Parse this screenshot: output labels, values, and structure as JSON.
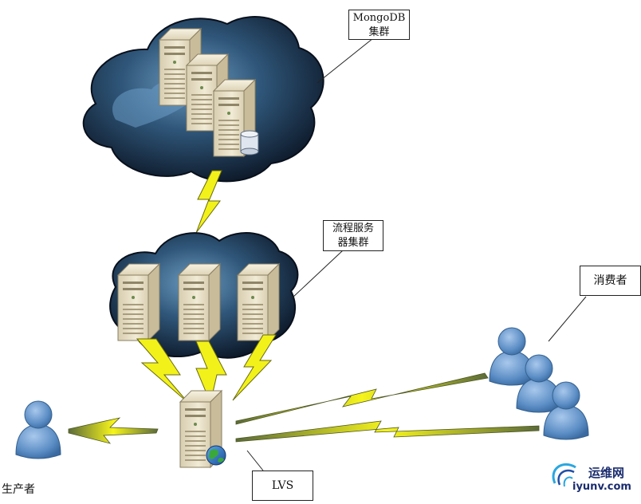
{
  "labels": {
    "mongodb_line1": "MongoDB",
    "mongodb_line2": "集群",
    "flow_line1": "流程服务",
    "flow_line2": "器集群",
    "consumer": "消费者",
    "lvs": "LVS",
    "producer": "生产者"
  },
  "watermark": {
    "cn": "运维网",
    "url": "iyunv.com"
  },
  "colors": {
    "cloud_dark": "#0d1a2e",
    "cloud_mid": "#2e5578",
    "cloud_light": "#5d8db5",
    "server_body": "#e9e1c8",
    "server_side": "#cfc3a3",
    "person": "#6b9bd0",
    "lightning": "#f2f21a",
    "lightning_edge": "#6a6a10"
  }
}
